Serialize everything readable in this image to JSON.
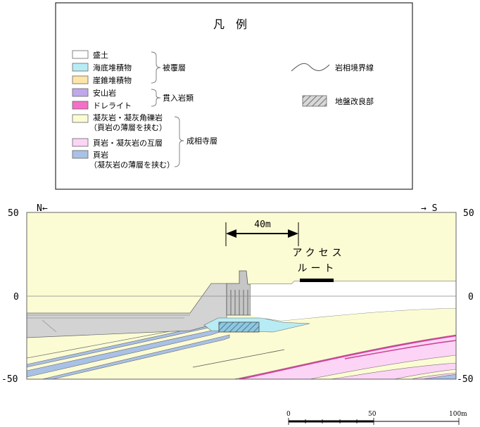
{
  "legend": {
    "title": "凡　例",
    "items": [
      {
        "label": "盛土",
        "color": "#ffffff"
      },
      {
        "label": "海底堆積物",
        "color": "#b8ecf4"
      },
      {
        "label": "崖錐堆積物",
        "color": "#fde6a8"
      },
      {
        "label": "安山岩",
        "color": "#c0a8ec"
      },
      {
        "label": "ドレライト",
        "color": "#f46fc8"
      },
      {
        "label": "凝灰岩・凝灰角礫岩",
        "sub": "（頁岩の薄層を挟む）",
        "color": "#fcfcd4"
      },
      {
        "label": "頁岩・凝灰岩の互層",
        "color": "#fcd4f6"
      },
      {
        "label": "頁岩",
        "sub": "（凝灰岩の薄層を挟む）",
        "color": "#a9c1e6"
      }
    ],
    "groups": {
      "cover": "被覆層",
      "intrusive": "貫入岩類",
      "formation": "成相寺層"
    },
    "boundary_label": "岩相境界線",
    "improved_label": "地盤改良部"
  },
  "section": {
    "north_label": "N←",
    "south_label": "→ S",
    "axis_ticks": [
      "50",
      "0",
      "-50"
    ],
    "distance_label": "40m",
    "access_line1": "アクセス",
    "access_line2": "ルート"
  },
  "scale_bar": {
    "ticks": [
      "0",
      "50",
      "100m"
    ]
  },
  "colors": {
    "fill": "#d3d3d3",
    "tuff": "#fcfcd4",
    "shale": "#a9c1e6",
    "alternation": "#fcd4f6",
    "dolerite": "#e04aa6",
    "seabed": "#b8ecf4",
    "improved": "#8fc7e0"
  }
}
